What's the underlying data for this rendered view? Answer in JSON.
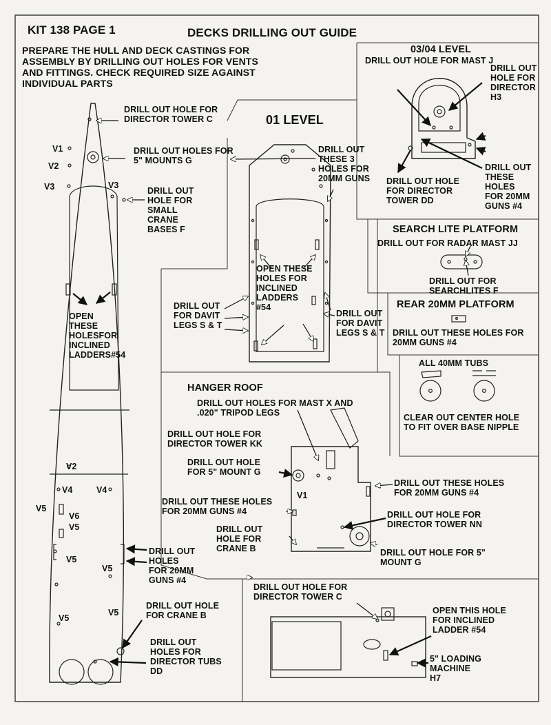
{
  "header": {
    "kit_page": "KIT 138 PAGE 1",
    "title": "DECKS DRILLING OUT GUIDE",
    "intro": "PREPARE THE HULL AND DECK CASTINGS FOR\nASSEMBLY BY DRILLING  OUT  HOLES FOR VENTS\nAND FITTINGS. CHECK  REQUIRED SIZE AGAINST\nINDIVIDUAL PARTS"
  },
  "main_deck": {
    "director_tower_c": "DRILL OUT  HOLE FOR\nDIRECTOR TOWER  C",
    "mounts_g": "DRILL OUT  HOLES FOR\n5\" MOUNTS G",
    "crane_bases": "DRILL OUT\nHOLE FOR\nSMALL\nCRANE\nBASES  F",
    "inclined_ladders": "OPEN\nTHESE\nHOLESFOR\nINCLINED\nLADDERS#54",
    "guns_20mm": "DRILL OUT\nHOLES\nFOR 20MM\nGUNS #4",
    "crane_b": "DRILL OUT  HOLE\nFOR CRANE B",
    "director_tubs": "DRILL OUT\nHOLES FOR\nDIRECTOR  TUBS\nDD",
    "vent_labels": {
      "v1": "V1",
      "v2": "V2",
      "v3": "V3",
      "v4": "V4",
      "v5": "V5",
      "v6": "V6"
    }
  },
  "level_01": {
    "title": "01 LEVEL",
    "guns_20mm": "DRILL OUT\nTHESE 3\nHOLES FOR\n20MM GUNS",
    "inclined_ladders": "OPEN THESE\nHOLES FOR\nINCLINED\nLADDERS\n#54",
    "davit_left": "DRILL OUT\nFOR DAVIT\nLEGS S & T",
    "davit_right": "DRILL OUT\nFOR DAVIT\nLEGS S & T"
  },
  "level_0304": {
    "title": "03/04 LEVEL",
    "mast_j": "DRILL OUT HOLE FOR MAST J",
    "director_h3": "DRILL OUT\nHOLE FOR\nDIRECTOR\nH3",
    "director_tower_dd": "DRILL OUT HOLE\nFOR DIRECTOR\nTOWER  DD",
    "guns_20mm": "DRILL OUT\nTHESE\nHOLES\nFOR 20MM\nGUNS  #4"
  },
  "search_lite": {
    "title": "SEARCH LITE PLATFORM",
    "radar_mast": "DRILL OUT FOR RADAR MAST JJ",
    "searchlites": "DRILL OUT FOR\nSEARCHLITES F"
  },
  "rear_20mm": {
    "title": "REAR 20MM PLATFORM",
    "guns": "DRILL OUT THESE HOLES FOR\n20MM GUNS #4"
  },
  "tubs_40mm": {
    "title": "ALL 40MM TUBS",
    "note": "CLEAR OUT CENTER HOLE\nTO FIT OVER BASE NIPPLE"
  },
  "hanger_roof": {
    "title": "HANGER ROOF",
    "mast_x": "DRILL OUT HOLES  FOR MAST X AND\n.020\" TRIPOD LEGS",
    "director_kk": "DRILL OUT HOLE FOR\nDIRECTOR TOWER  KK",
    "mount_g_left": "DRILL OUT  HOLE\nFOR 5\" MOUNT G",
    "guns_right": "DRILL OUT THESE HOLES\nFOR 20MM GUNS #4",
    "guns_left": "DRILL OUT THESE HOLES\nFOR 20MM GUNS  #4",
    "v1": "V1",
    "director_nn": "DRILL OUT  HOLE FOR\nDIRECTOR TOWER  NN",
    "crane_b": "DRILL OUT\nHOLE FOR\nCRANE B",
    "mount_g_right": "DRILL OUT  HOLE FOR 5\"\nMOUNT G"
  },
  "bottom_deck": {
    "director_c": "DRILL OUT HOLE FOR\nDIRECTOR TOWER  C",
    "ladder": "OPEN THIS HOLE\nFOR INCLINED\nLADDER #54",
    "loading_machine": "5\" LOADING\nMACHINE\nH7"
  }
}
